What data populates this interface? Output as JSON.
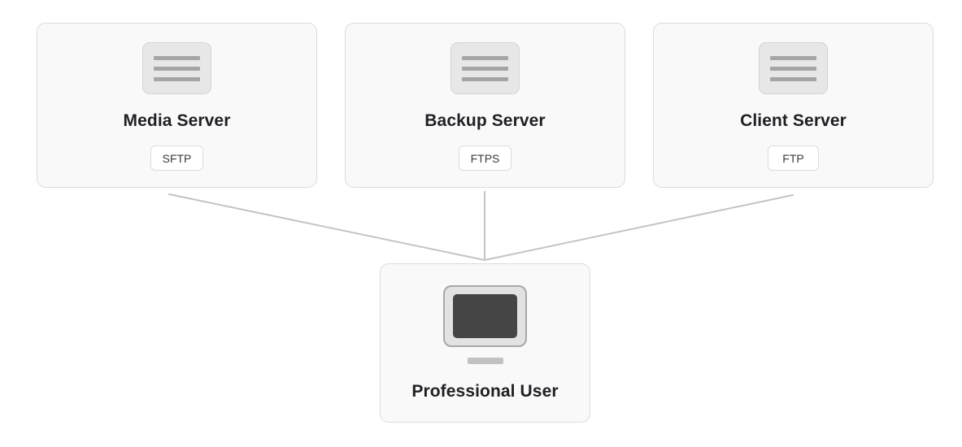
{
  "diagram": {
    "type": "network-topology",
    "background_color": "#ffffff",
    "card_background_color": "#f9f9f9",
    "card_border_color": "#dcdcdc",
    "connector_color": "#c4c4c4",
    "title_color": "#1f2024",
    "servers": [
      {
        "name": "Media Server",
        "protocol": "SFTP",
        "icon": "server-rack-icon"
      },
      {
        "name": "Backup Server",
        "protocol": "FTPS",
        "icon": "server-rack-icon"
      },
      {
        "name": "Client Server",
        "protocol": "FTP",
        "icon": "server-rack-icon"
      }
    ],
    "user": {
      "name": "Professional User",
      "icon": "desktop-monitor-icon"
    },
    "connections": [
      {
        "from": "Media Server",
        "to": "Professional User"
      },
      {
        "from": "Backup Server",
        "to": "Professional User"
      },
      {
        "from": "Client Server",
        "to": "Professional User"
      }
    ]
  }
}
